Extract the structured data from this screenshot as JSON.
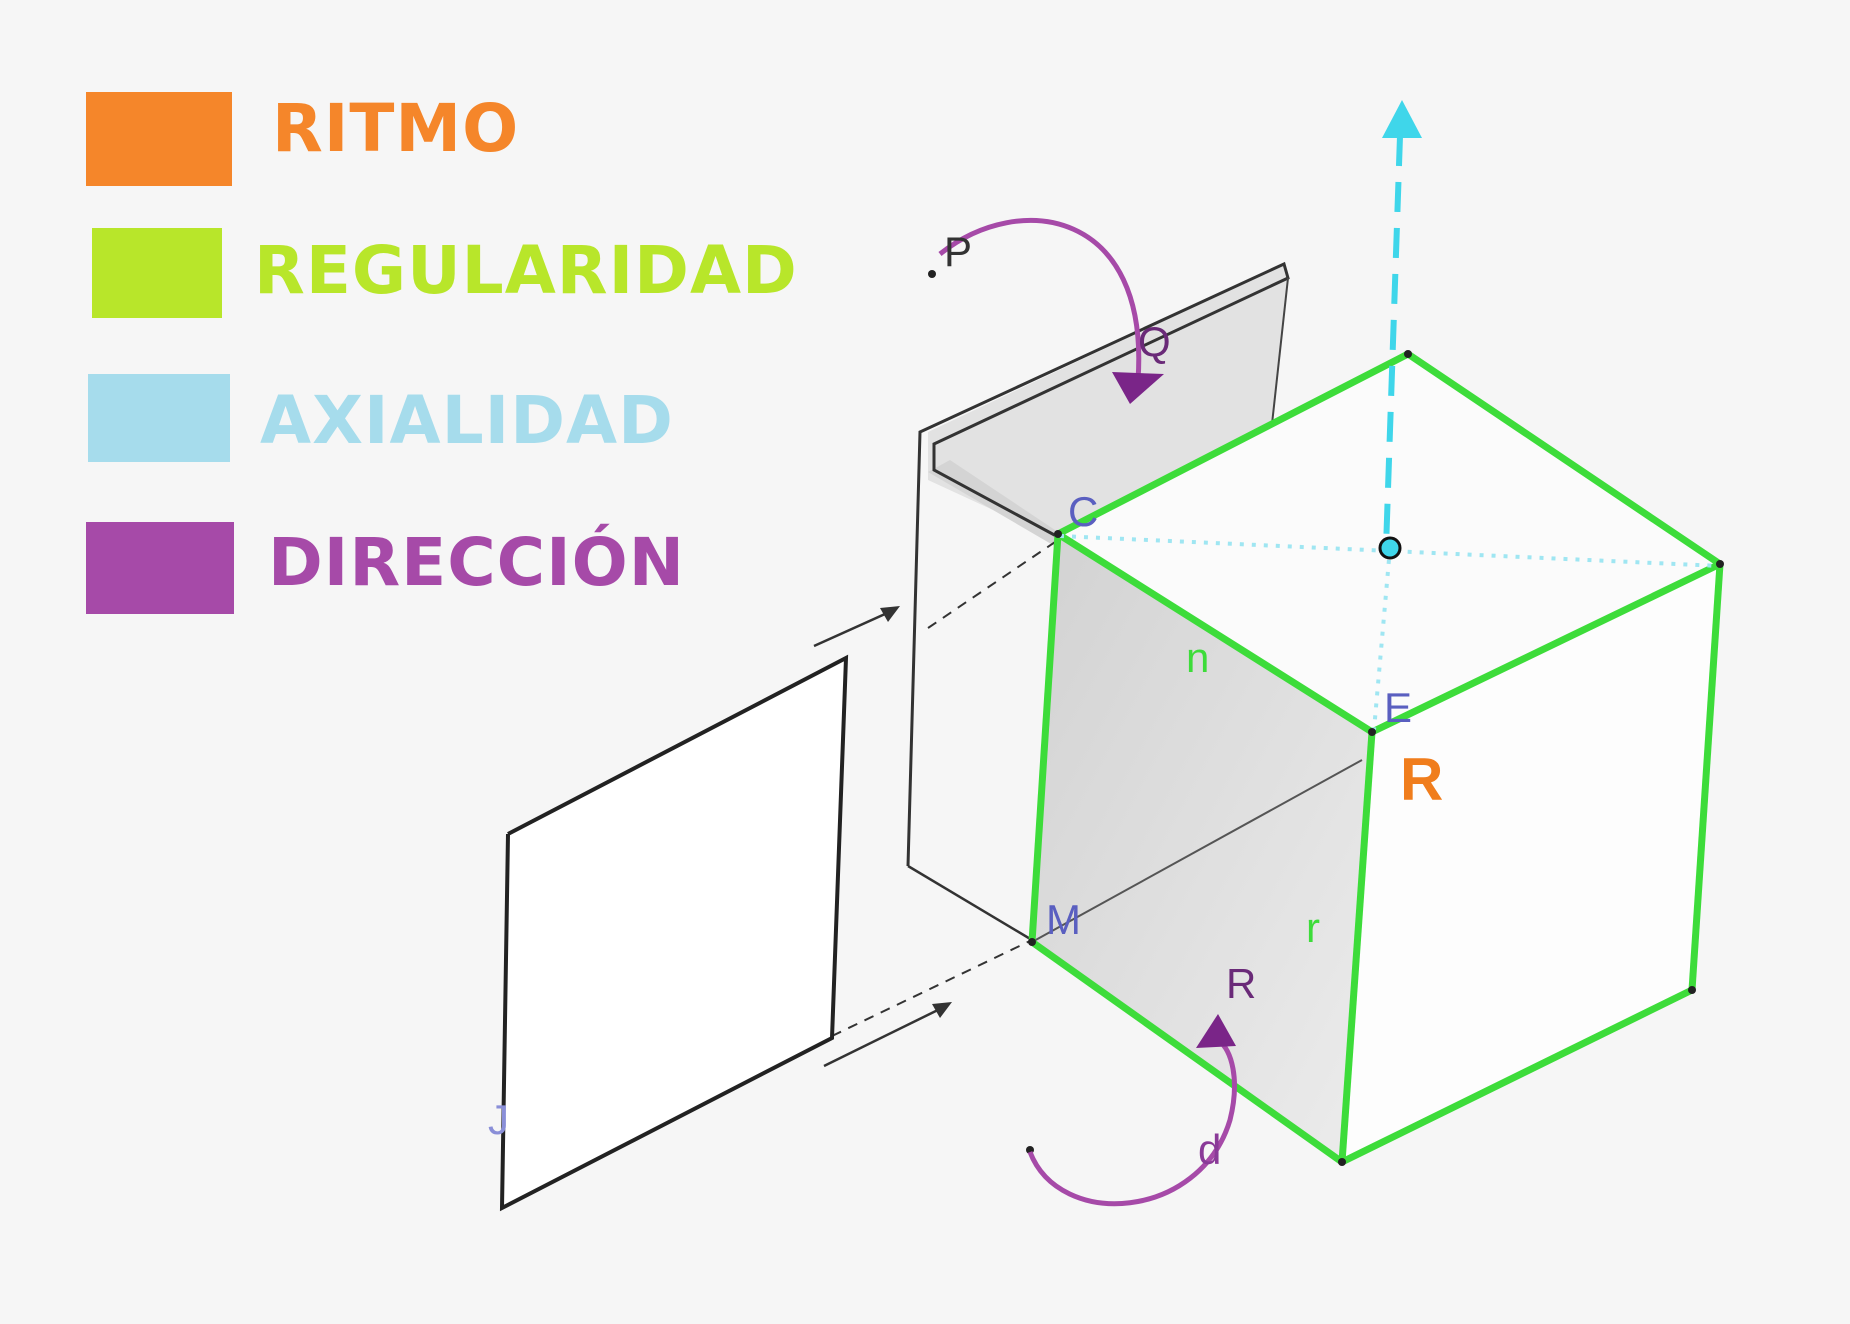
{
  "legend": [
    {
      "label": "RITMO",
      "color": "#f5862a"
    },
    {
      "label": "REGULARIDAD",
      "color": "#b8e62a"
    },
    {
      "label": "AXIALIDAD",
      "color": "#a6dcec"
    },
    {
      "label": "DIRECCIÓN",
      "color": "#a64aa8"
    }
  ],
  "points": {
    "C": "C",
    "E": "E",
    "M": "M",
    "J": "J",
    "P": "P",
    "Q": "Q",
    "R": "R",
    "d": "d",
    "edge_n": "n",
    "edge_r": "r",
    "rhythm_R": "R"
  },
  "colors": {
    "cube_edges": "#3ddc3a",
    "axis": "#3fd6ea",
    "direction": "#a64aa8",
    "vertex_labels": "#5a5fc0",
    "rhythm": "#f07d1c"
  }
}
